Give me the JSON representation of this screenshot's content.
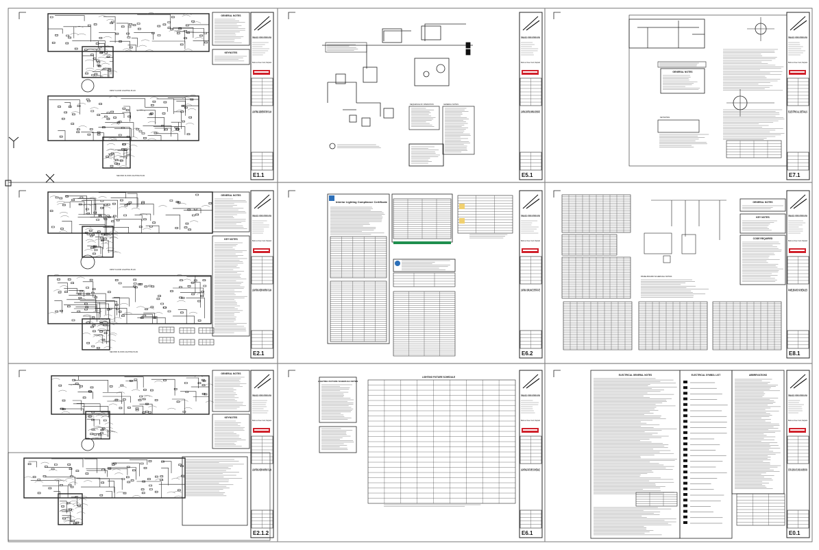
{
  "window": {
    "title": "Electrical drawing set overview"
  },
  "colors": {
    "paper": "#ffffff",
    "ink": "#111111",
    "brand_red": "#d0202a",
    "chart_blue": "#2c6fb8",
    "green_band": "#1f8f4e"
  },
  "common": {
    "firm_name": "TIERNAN ASSOC. / INTERIOR & EXTERIOR LIGHTING",
    "address": "Baltimore Street / Cecil, Maryland"
  },
  "sheets": [
    {
      "number": "E1.1",
      "title": "LIGHTING GENERATOR PLAN",
      "notes_title": "GENERAL NOTES",
      "notes2_title": "KEYNOTES",
      "plan_label_1": "FIRST FLOOR LIGHTING PLAN",
      "plan_label_2": "SECOND FLOOR LIGHTING PLAN"
    },
    {
      "number": "E5.1",
      "title": "LIGHTING CONTROL WIRING SCHEMATIC",
      "notes_title": "SEQUENCE OF OPERATION",
      "notes2_title": "GENERAL NOTES"
    },
    {
      "number": "E7.1",
      "title": "ELECTRICAL DETAILS",
      "notes_title": "GENERAL NOTES",
      "notes2_title": "KEYNOTES"
    },
    {
      "number": "E2.1",
      "title": "LIGHTING NEW WORK PLAN",
      "notes_title": "GENERAL NOTES",
      "notes2_title": "KEY NOTES",
      "plan_label_1": "FIRST FLOOR LIGHTING PLAN",
      "plan_label_2": "SECOND FLOOR LIGHTING PLAN"
    },
    {
      "number": "E6.2",
      "title": "LIGHTING COMPLIANCE CERTIFICATE",
      "cert_title": "Interior Lighting Compliance Certificate"
    },
    {
      "number": "E8.1",
      "title": "PANELBOARD SCHEDULES",
      "notes_title": "GENERAL NOTES",
      "notes2_title": "KEY NOTES",
      "notes3_title": "CODE REQUIRED",
      "schedule_title": "PANELBOARD SCHEDULE NOTES"
    },
    {
      "number": "E2.1.2",
      "title": "LIGHTING NEW WORK PLAN",
      "notes_title": "GENERAL NOTES",
      "notes2_title": "KEYNOTES"
    },
    {
      "number": "E6.1",
      "title": "LIGHTING FIXTURE SCHEDULE",
      "notes_title": "LIGHTING FIXTURE SCHEDULE NOTES",
      "schedule_title": "LIGHTING FIXTURE SCHEDULE"
    },
    {
      "number": "E0.1",
      "title": "ELECTRICAL GENERAL NOTES, SYMBOLS AND ABBREVIATIONS",
      "notes_title": "ELECTRICAL GENERAL NOTES",
      "symbols_title": "ELECTRICAL SYMBOL LIST",
      "abbr_title": "ABBREVIATIONS"
    }
  ]
}
